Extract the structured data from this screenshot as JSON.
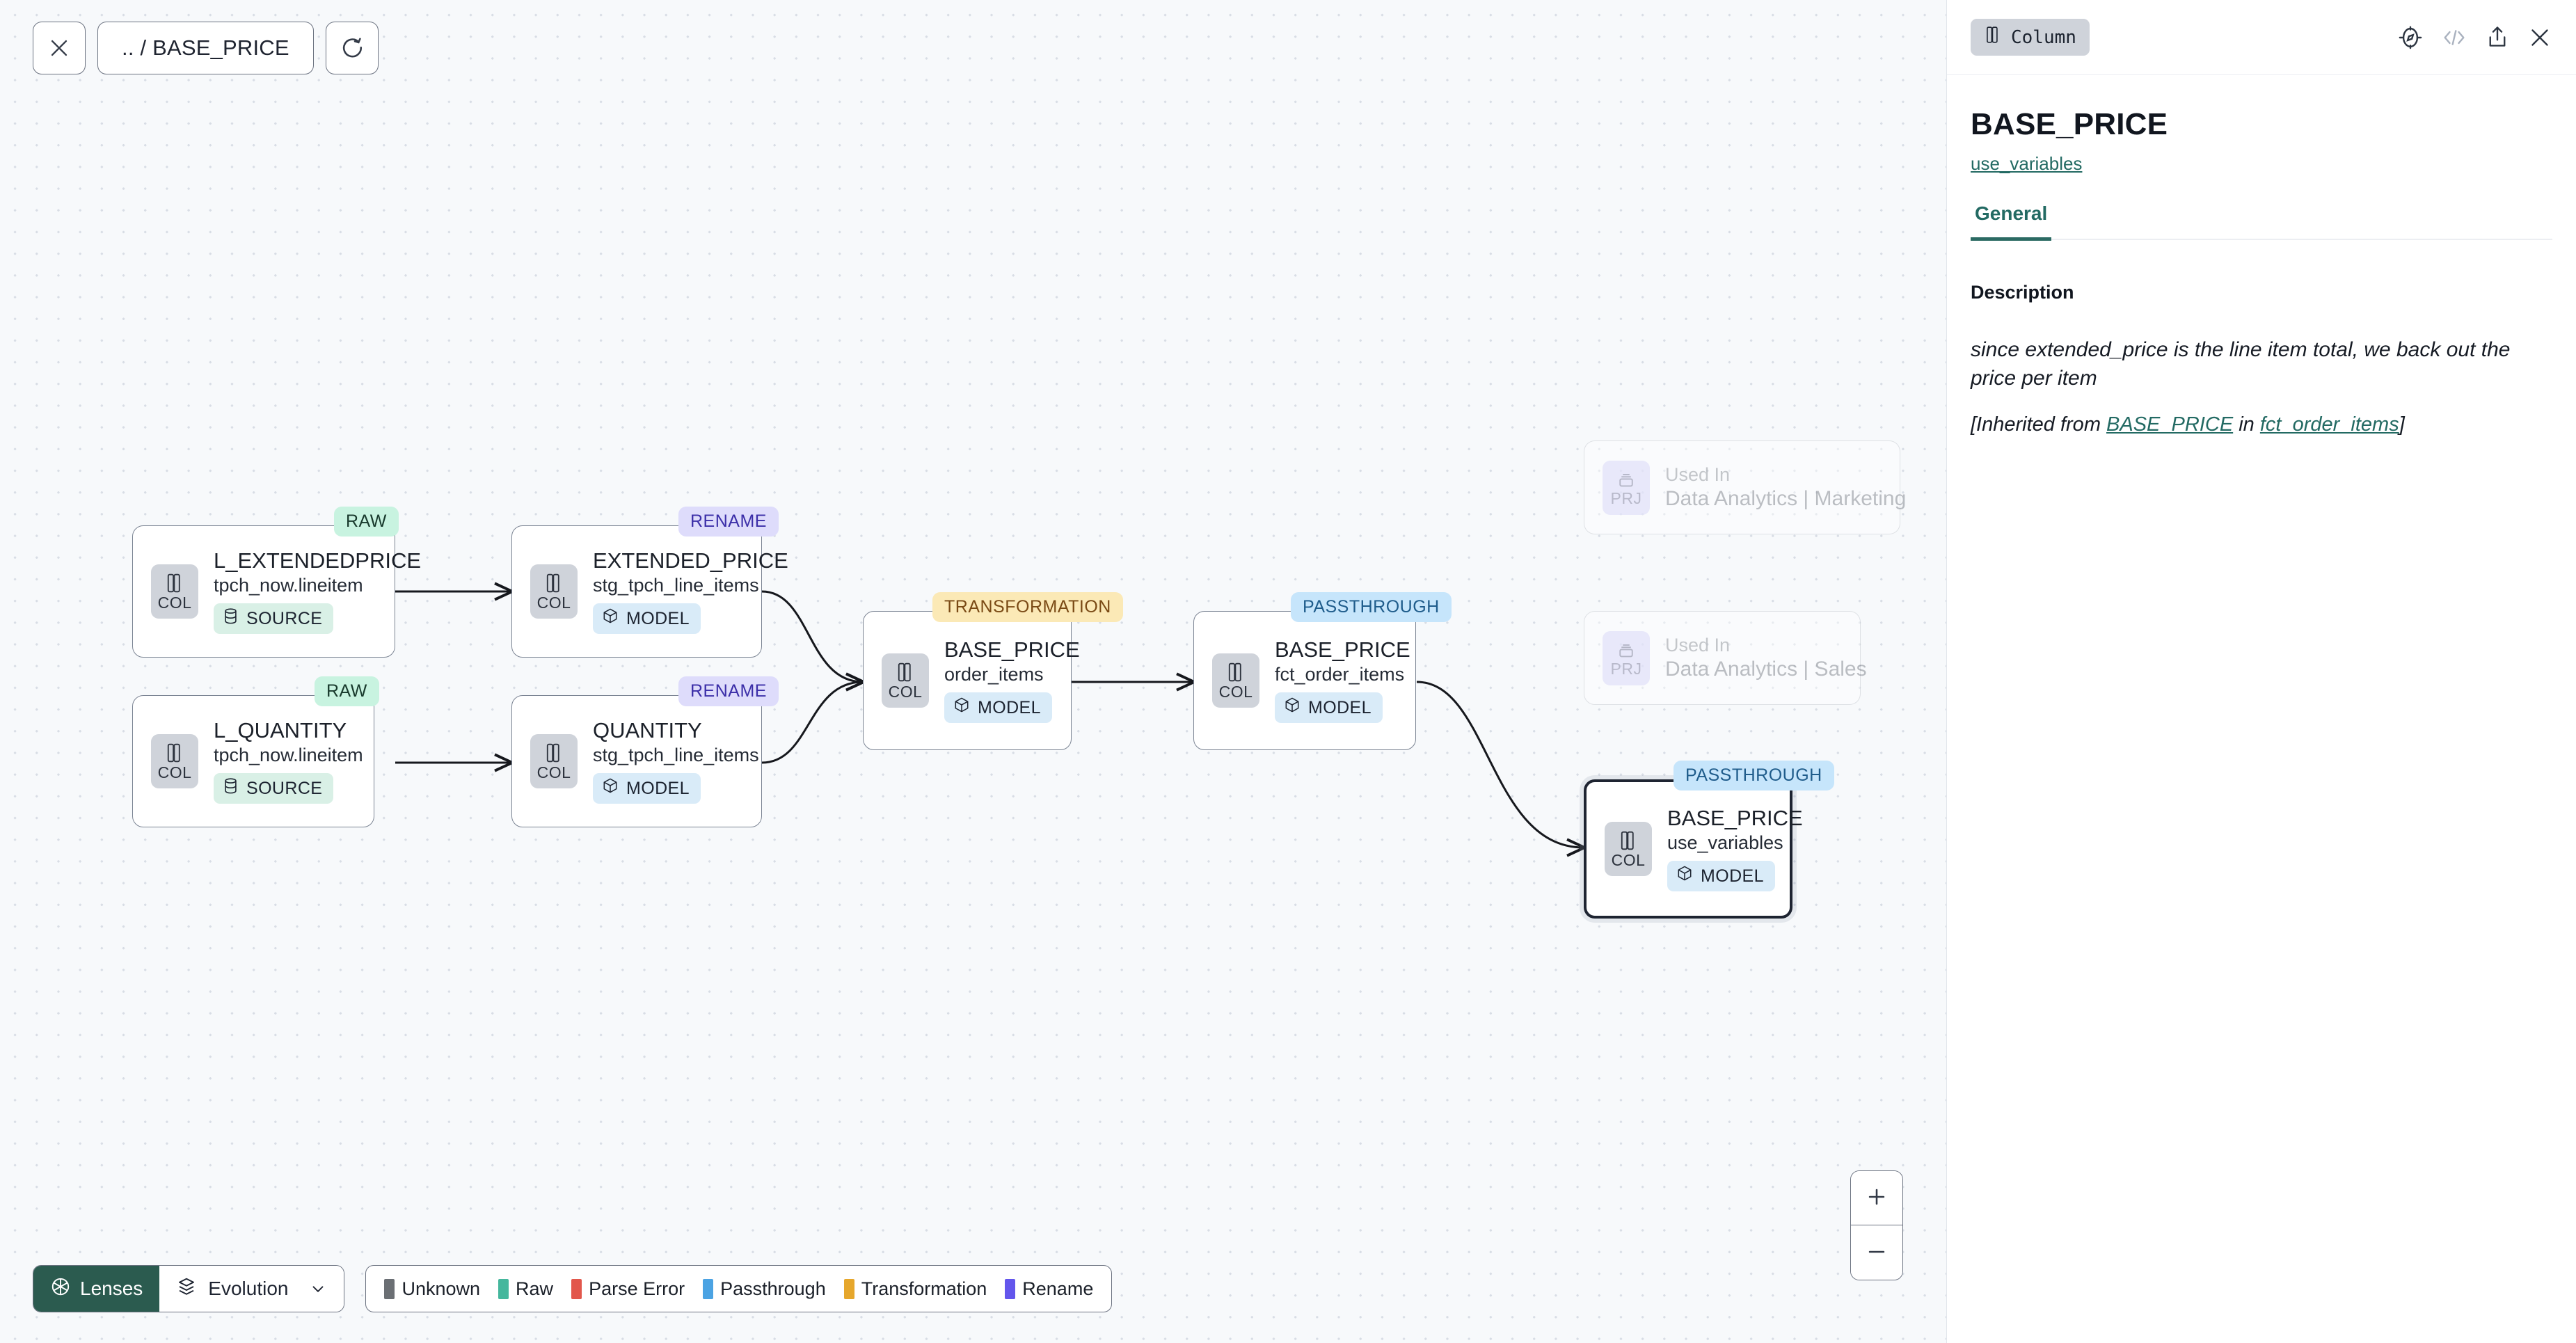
{
  "toolbar": {
    "close_icon": "close-icon",
    "breadcrumb": ".. / BASE_PRICE",
    "refresh_icon": "refresh-icon"
  },
  "canvas": {
    "nodes": [
      {
        "id": "l-extendedprice",
        "badge": "RAW",
        "title": "L_EXTENDEDPRICE",
        "sub": "tpch_now.lineitem",
        "chip": "SOURCE",
        "chip_icon": "database-icon",
        "icon_label": "COL",
        "icon": "column-icon"
      },
      {
        "id": "l-quantity",
        "badge": "RAW",
        "title": "L_QUANTITY",
        "sub": "tpch_now.lineitem",
        "chip": "SOURCE",
        "chip_icon": "database-icon",
        "icon_label": "COL",
        "icon": "column-icon"
      },
      {
        "id": "extended-price",
        "badge": "RENAME",
        "title": "EXTENDED_PRICE",
        "sub": "stg_tpch_line_items",
        "chip": "MODEL",
        "chip_icon": "cube-icon",
        "icon_label": "COL",
        "icon": "column-icon"
      },
      {
        "id": "quantity",
        "badge": "RENAME",
        "title": "QUANTITY",
        "sub": "stg_tpch_line_items",
        "chip": "MODEL",
        "chip_icon": "cube-icon",
        "icon_label": "COL",
        "icon": "column-icon"
      },
      {
        "id": "base-price-order-items",
        "badge": "TRANSFORMATION",
        "title": "BASE_PRICE",
        "sub": "order_items",
        "chip": "MODEL",
        "chip_icon": "cube-icon",
        "icon_label": "COL",
        "icon": "column-icon"
      },
      {
        "id": "base-price-fct-order-items",
        "badge": "PASSTHROUGH",
        "title": "BASE_PRICE",
        "sub": "fct_order_items",
        "chip": "MODEL",
        "chip_icon": "cube-icon",
        "icon_label": "COL",
        "icon": "column-icon"
      },
      {
        "id": "base-price-use-variables",
        "badge": "PASSTHROUGH",
        "title": "BASE_PRICE",
        "sub": "use_variables",
        "chip": "MODEL",
        "chip_icon": "cube-icon",
        "icon_label": "COL",
        "icon": "column-icon",
        "selected": true
      }
    ],
    "ghost_nodes": [
      {
        "id": "used-in-marketing",
        "title": "Used In",
        "sub": "Data Analytics | Marketing",
        "icon_label": "PRJ",
        "icon": "project-icon"
      },
      {
        "id": "used-in-sales",
        "title": "Used In",
        "sub": "Data Analytics | Sales",
        "icon_label": "PRJ",
        "icon": "project-icon"
      }
    ],
    "zoom_in_label": "+",
    "zoom_out_label": "−"
  },
  "bottom": {
    "lenses_label": "Lenses",
    "lenses_icon": "aperture-icon",
    "evolution_label": "Evolution",
    "evolution_icon": "layers-icon",
    "caret_icon": "chevron-down-icon",
    "legend": [
      {
        "label": "Unknown",
        "color": "#6b6f74"
      },
      {
        "label": "Raw",
        "color": "#45b79d"
      },
      {
        "label": "Parse Error",
        "color": "#e2574c"
      },
      {
        "label": "Passthrough",
        "color": "#4ba3e3"
      },
      {
        "label": "Transformation",
        "color": "#e6a72c"
      },
      {
        "label": "Rename",
        "color": "#6356ec"
      }
    ]
  },
  "panel": {
    "kind_label": "Column",
    "kind_icon": "column-icon",
    "actions": [
      {
        "name": "explore-icon",
        "muted": false
      },
      {
        "name": "code-icon",
        "muted": true
      },
      {
        "name": "share-icon",
        "muted": false
      },
      {
        "name": "close-icon",
        "muted": false
      }
    ],
    "title": "BASE_PRICE",
    "model_link": "use_variables",
    "tabs": [
      {
        "label": "General",
        "active": true
      }
    ],
    "description_label": "Description",
    "description_text": "since extended_price is the line item total, we back out the price per item",
    "inherited_prefix": "[Inherited from ",
    "inherited_column": "BASE_PRICE",
    "inherited_middle": " in ",
    "inherited_model": "fct_order_items",
    "inherited_suffix": "]"
  }
}
